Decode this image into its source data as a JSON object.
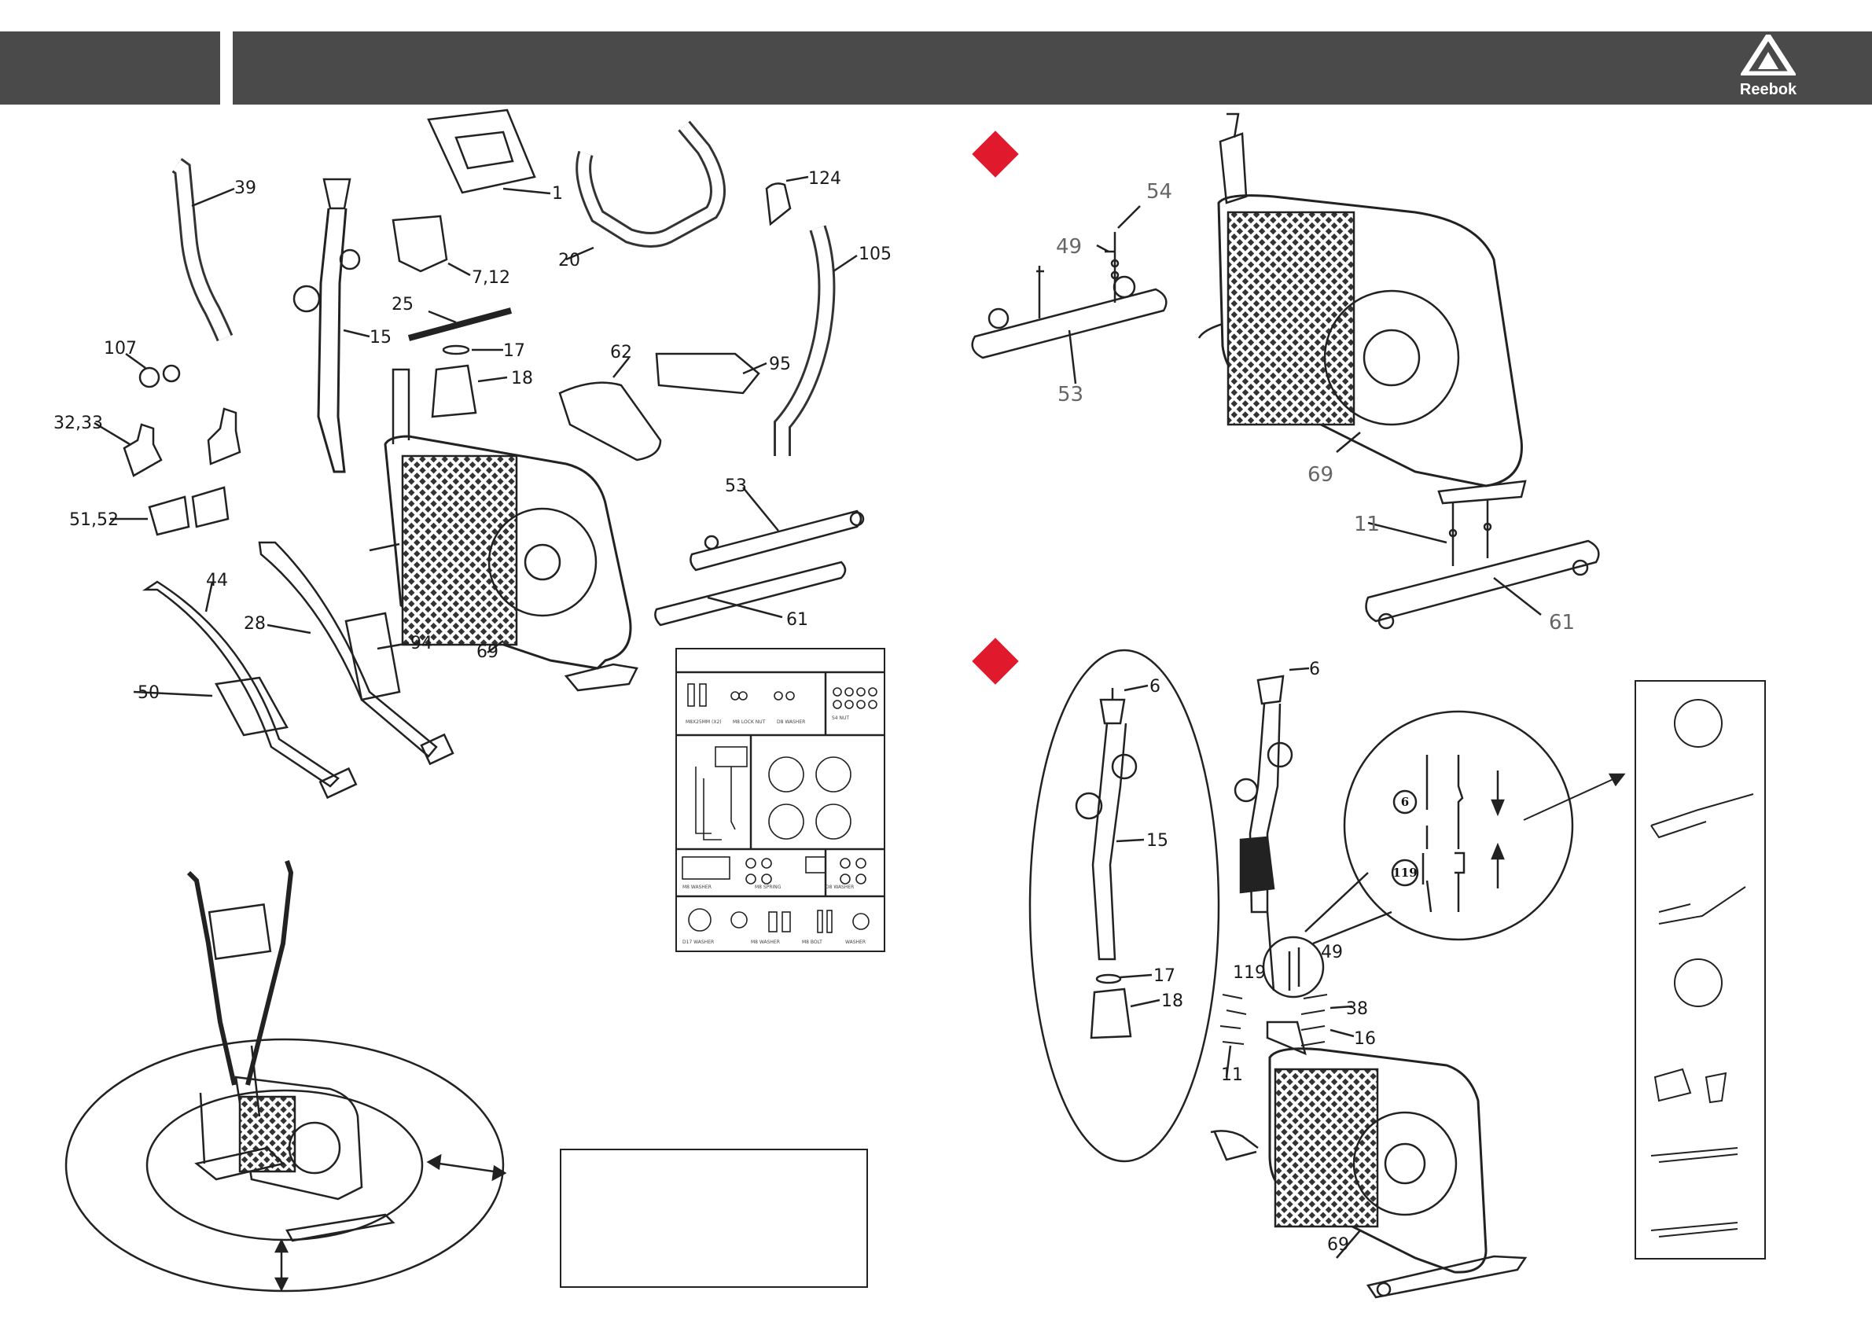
{
  "brand": {
    "name": "Reebok",
    "accent": "#4a4a4a",
    "step_marker_color": "#e0192d"
  },
  "icons": [
    "reebok-delta-logo",
    "step-marker-diamond",
    "arrow-down-icon",
    "arrow-up-icon"
  ],
  "parts_overview": {
    "labels": [
      "39",
      "1",
      "20",
      "124",
      "7,12",
      "105",
      "25",
      "107",
      "15",
      "17",
      "62",
      "95",
      "32,33",
      "18",
      "53",
      "51,52",
      "44",
      "28",
      "94",
      "69",
      "50",
      "61"
    ]
  },
  "step_one": {
    "labels": [
      "54",
      "49",
      "53",
      "69",
      "11",
      "61"
    ]
  },
  "step_two": {
    "detail_labels": [
      "6",
      "15",
      "17",
      "18"
    ],
    "main_labels": [
      "6",
      "119",
      "49",
      "38",
      "16",
      "11",
      "69"
    ],
    "callout_labels": [
      "6",
      "119"
    ]
  }
}
